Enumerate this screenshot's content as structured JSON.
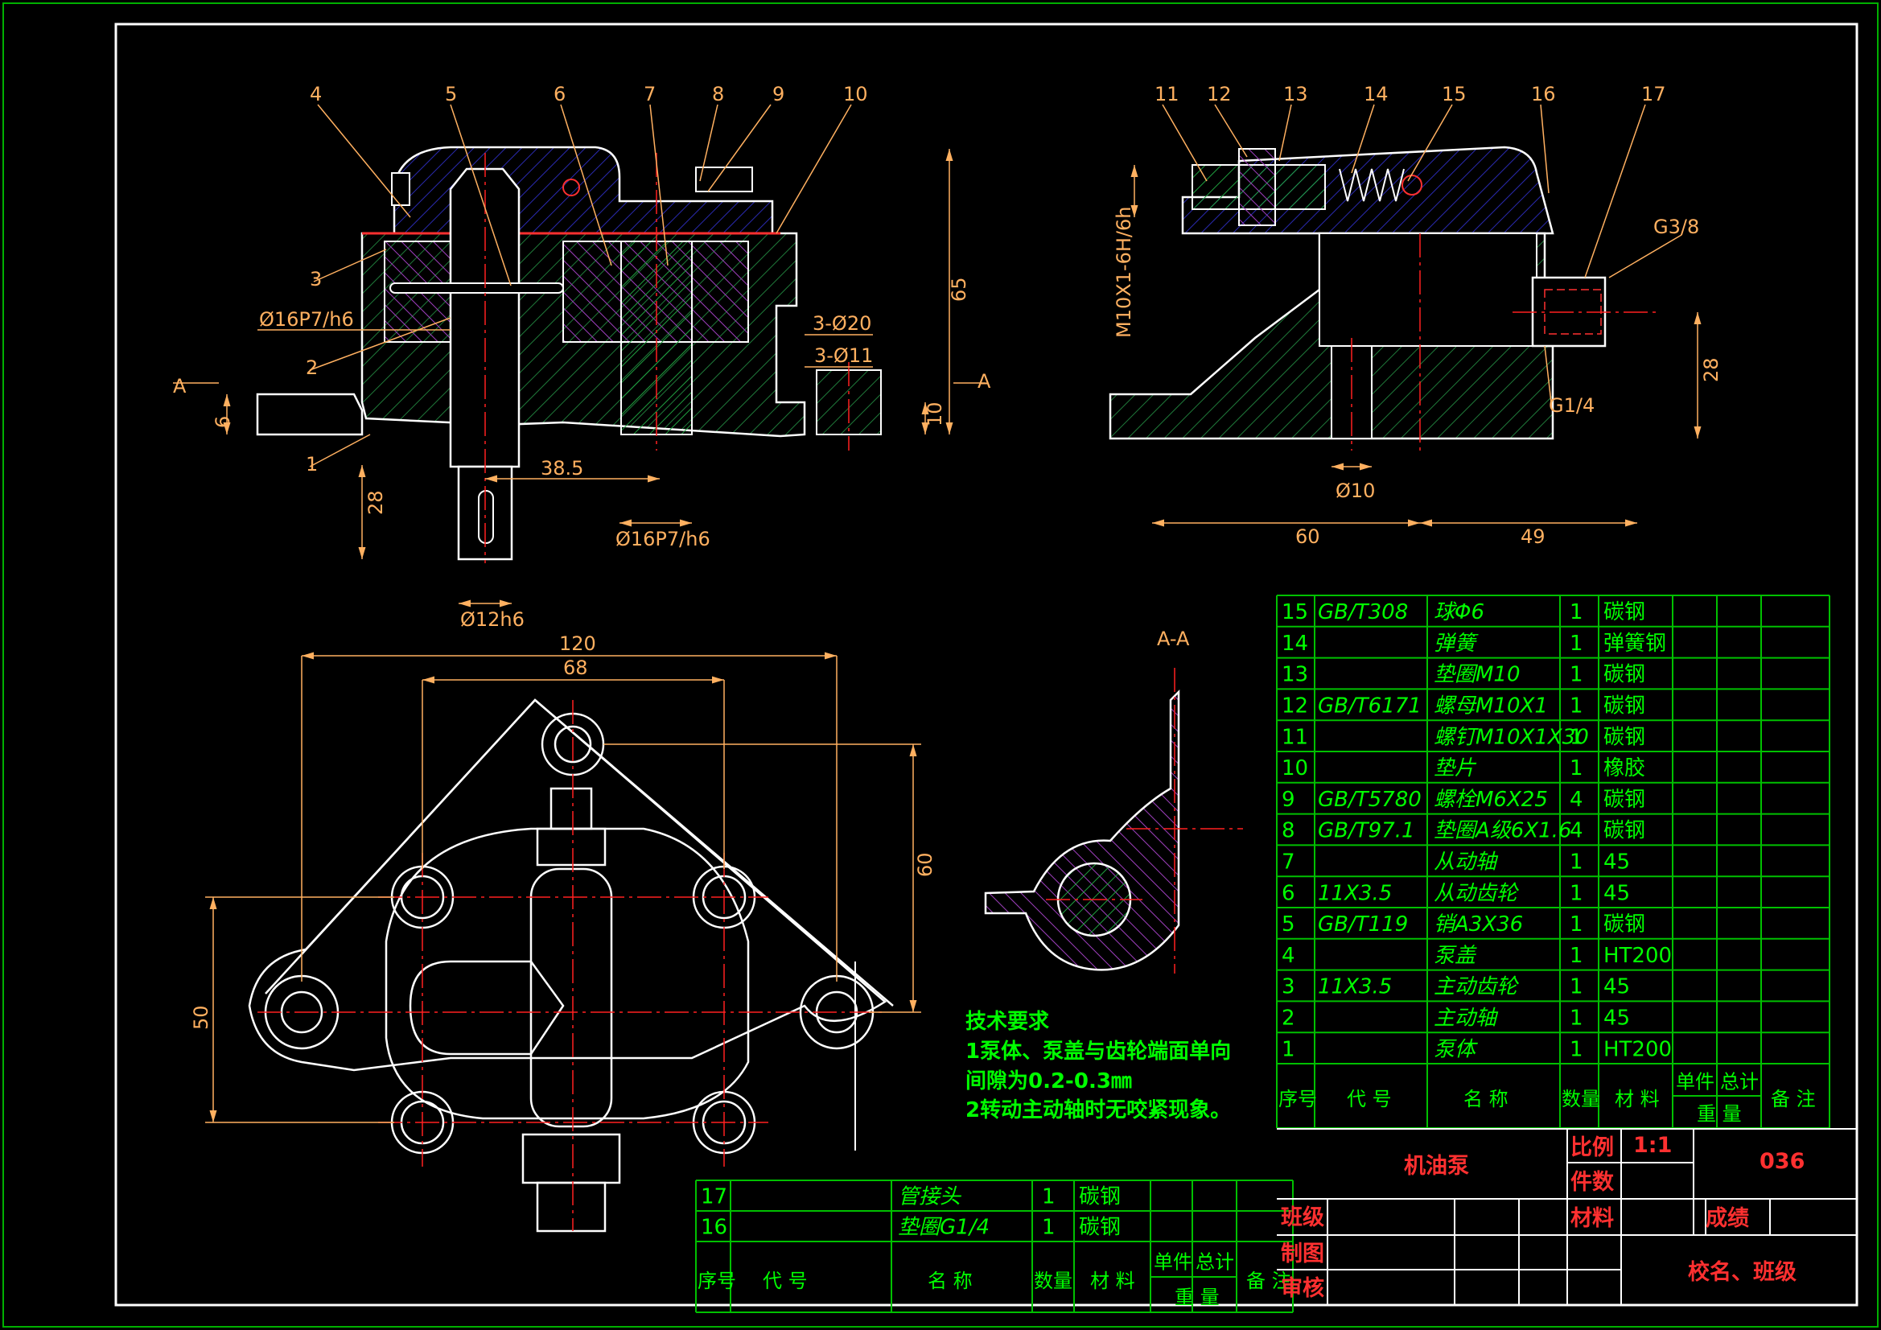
{
  "colors": {
    "background": "#000000",
    "outline": "#ffffff",
    "table_line": "#00c000",
    "table_text": "#00ff00",
    "dimension": "#ffb060",
    "leader": "#ffb060",
    "centerline": "#ff2020",
    "hatch_blue": "#2a2ab0",
    "hatch_purple": "#a040c0",
    "hatch_green": "#20a040",
    "title_red": "#ff3030"
  },
  "view_front": {
    "balloons": [
      "4",
      "5",
      "6",
      "7",
      "8",
      "9",
      "10",
      "3",
      "2",
      "1"
    ],
    "dims": {
      "d16_top": "Ø16P7/h6",
      "d16_bottom": "Ø16P7/h6",
      "h65": "65",
      "d3_20": "3-Ø20",
      "d3_11": "3-Ø11",
      "l38_5": "38.5",
      "h28": "28",
      "h6": "6",
      "h10": "10",
      "d12": "Ø12h6",
      "section_left": "A",
      "section_right": "A"
    }
  },
  "view_side": {
    "balloons": [
      "11",
      "12",
      "13",
      "14",
      "15",
      "16",
      "17"
    ],
    "dims": {
      "thread": "M10X1-6H/6h",
      "g38": "G3/8",
      "g14": "G1/4",
      "h28": "28",
      "d10": "Ø10",
      "l60": "60",
      "l49": "49"
    }
  },
  "view_plan": {
    "dims": {
      "w120": "120",
      "w68": "68",
      "h60": "60",
      "h50": "50"
    }
  },
  "section_aa": {
    "label": "A-A"
  },
  "tech_notes": {
    "title": "技术要求",
    "line1": "1泵体、泵盖与齿轮端面单向",
    "line2": "间隙为0.2-0.3㎜",
    "line3": "2转动主动轴时无咬紧现象。"
  },
  "bom_main": {
    "rows": [
      {
        "no": "15",
        "code": "GB/T308",
        "name": "球Φ6",
        "qty": "1",
        "mat": "碳钢"
      },
      {
        "no": "14",
        "code": "",
        "name": "弹簧",
        "qty": "1",
        "mat": "弹簧钢"
      },
      {
        "no": "13",
        "code": "",
        "name": "垫圈M10",
        "qty": "1",
        "mat": "碳钢"
      },
      {
        "no": "12",
        "code": "GB/T6171",
        "name": "螺母M10X1",
        "qty": "1",
        "mat": "碳钢"
      },
      {
        "no": "11",
        "code": "",
        "name": "螺钉M10X1X30",
        "qty": "1",
        "mat": "碳钢"
      },
      {
        "no": "10",
        "code": "",
        "name": "垫片",
        "qty": "1",
        "mat": "橡胶"
      },
      {
        "no": "9",
        "code": "GB/T5780",
        "name": "螺栓M6X25",
        "qty": "4",
        "mat": "碳钢"
      },
      {
        "no": "8",
        "code": "GB/T97.1",
        "name": "垫圈A级6X1.6",
        "qty": "4",
        "mat": "碳钢"
      },
      {
        "no": "7",
        "code": "",
        "name": "从动轴",
        "qty": "1",
        "mat": "45"
      },
      {
        "no": "6",
        "code": "11X3.5",
        "name": "从动齿轮",
        "qty": "1",
        "mat": "45"
      },
      {
        "no": "5",
        "code": "GB/T119",
        "name": "销A3X36",
        "qty": "1",
        "mat": "碳钢"
      },
      {
        "no": "4",
        "code": "",
        "name": "泵盖",
        "qty": "1",
        "mat": "HT200"
      },
      {
        "no": "3",
        "code": "11X3.5",
        "name": "主动齿轮",
        "qty": "1",
        "mat": "45"
      },
      {
        "no": "2",
        "code": "",
        "name": "主动轴",
        "qty": "1",
        "mat": "45"
      },
      {
        "no": "1",
        "code": "",
        "name": "泵体",
        "qty": "1",
        "mat": "HT200"
      }
    ],
    "header": {
      "no": "序号",
      "code": "代 号",
      "name": "名 称",
      "qty": "数量",
      "mat": "材 料",
      "unit": "单件",
      "total": "总计",
      "weight": "重 量",
      "remark": "备 注"
    }
  },
  "bom_small": {
    "rows": [
      {
        "no": "17",
        "code": "",
        "name": "管接头",
        "qty": "1",
        "mat": "碳钢"
      },
      {
        "no": "16",
        "code": "",
        "name": "垫圈G1/4",
        "qty": "1",
        "mat": "碳钢"
      }
    ],
    "header": {
      "no": "序号",
      "code": "代 号",
      "name": "名 称",
      "qty": "数量",
      "mat": "材 料",
      "unit": "单件",
      "total": "总计",
      "weight": "重 量",
      "remark": "备 注"
    }
  },
  "title_block": {
    "name": "机油泵",
    "scale_label": "比例",
    "scale_value": "1:1",
    "count_label": "件数",
    "material_label": "材料",
    "drawing_no": "036",
    "class_label": "班级",
    "grade_label": "成绩",
    "drawn_label": "制图",
    "check_label": "审核",
    "school": "校名、班级"
  }
}
